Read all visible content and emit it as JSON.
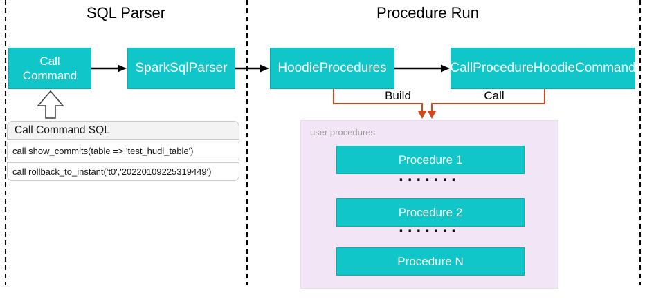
{
  "colors": {
    "teal": "#10C6C8",
    "teal_border": "#0BADB2",
    "purple_bg": "#F2E6F6",
    "orange": "#CE481C",
    "line_black": "#000000",
    "table_header_bg": "#F3F3F3",
    "table_border": "#C9C9C9",
    "muted_label": "#999999"
  },
  "sections": {
    "sql_parser": {
      "title": "SQL Parser"
    },
    "procedure_run": {
      "title": "Procedure Run"
    }
  },
  "nodes": {
    "call_command": "Call Command",
    "spark_sql_parser": "SparkSqlParser",
    "hoodie_procedures": "HoodieProcedures",
    "call_procedure_hoodie_command": "CallProcedureHoodieCommand"
  },
  "edges": {
    "build_label": "Build",
    "call_label": "Call"
  },
  "sql_table": {
    "header": "Call Command SQL",
    "rows": [
      "call show_commits(table => 'test_hudi_table')",
      "call rollback_to_instant('t0','20220109225319449')"
    ]
  },
  "user_procedures": {
    "label": "user procedures",
    "items": [
      "Procedure 1",
      "Procedure 2",
      "Procedure N"
    ],
    "ellipsis": "......."
  }
}
